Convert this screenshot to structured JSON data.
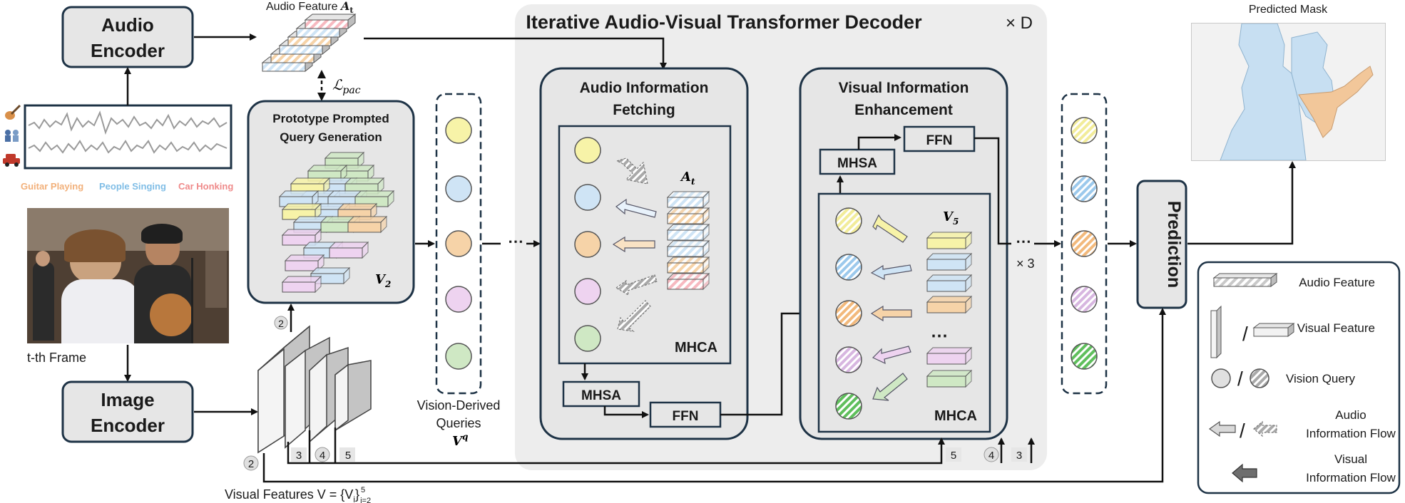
{
  "title": "Iterative Audio-Visual Transformer Decoder",
  "repeat_label": "× D",
  "audio_encoder": {
    "label_line1": "Audio",
    "label_line2": "Encoder"
  },
  "image_encoder": {
    "label_line1": "Image",
    "label_line2": "Encoder"
  },
  "audio_feature_label": "Audio Feature ",
  "audio_feature_symbol": "A",
  "audio_feature_sub": "t",
  "loss_label": "ℒ",
  "loss_sub": "pac",
  "sound_labels": [
    "Guitar Playing",
    "People Singing",
    "Car Honking"
  ],
  "frame_label": "t-th Frame",
  "ppqg": {
    "line1": "Prototype Prompted",
    "line2": "Query Generation",
    "feature": "V",
    "feature_sub": "2"
  },
  "queries": {
    "line1": "Vision-Derived",
    "line2": "Queries",
    "symbol": "V",
    "sup": "q"
  },
  "aif": {
    "line1": "Audio Information",
    "line2": "Fetching",
    "feature": "A",
    "feature_sub": "t",
    "mhca": "MHCA",
    "mhsa": "MHSA",
    "ffn": "FFN"
  },
  "vie": {
    "line1": "Visual Information",
    "line2": "Enhancement",
    "feature": "V",
    "feature_sub": "5",
    "mhca": "MHCA",
    "mhsa": "MHSA",
    "ffn": "FFN",
    "dots": "⋯"
  },
  "times3": "× 3",
  "prediction": "Prediction",
  "predicted_mask": "Predicted Mask",
  "visual_features_label": "Visual Features V = {V",
  "visual_features_tail": "}",
  "vf_sub": "i",
  "vf_lower": "i=2",
  "vf_upper": "5",
  "scale_labels": {
    "a": "2",
    "b": "2",
    "c": "3",
    "d": "4",
    "e": "5",
    "f": "5",
    "g": "4",
    "h": "3"
  },
  "legend": {
    "audio_feature": "Audio Feature",
    "visual_feature": "Visual Feature",
    "vision_query": "Vision Query",
    "audio_flow_line1": "Audio",
    "audio_flow_line2": "Information Flow",
    "visual_flow_line1": "Visual",
    "visual_flow_line2": "Information Flow",
    "slash": "/"
  },
  "colors": {
    "yellow": "#f7f3a8",
    "blue": "#cfe4f5",
    "orange": "#f6d3a8",
    "purple": "#eed3f0",
    "green": "#cfe8c4",
    "pink": "#f7b9c0",
    "panel_bg": "#ededed",
    "box_bg": "#e6e6e6",
    "stroke": "#1e3346"
  }
}
